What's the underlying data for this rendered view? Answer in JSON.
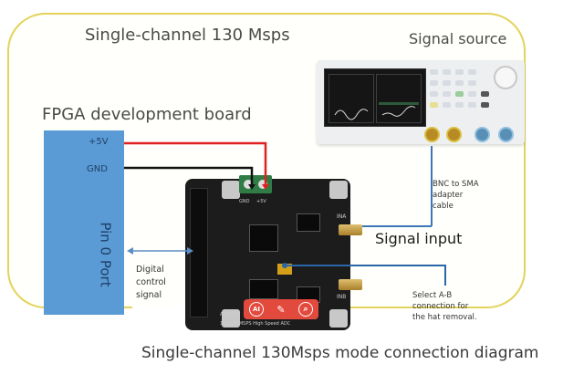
{
  "diagram": {
    "title_top": "Single-channel 130 Msps",
    "caption": "Single-channel 130Msps mode connection diagram",
    "colors": {
      "frame": "#e3d35a",
      "fpga_box": "#5b9bd5",
      "power_wire": "#e02020",
      "ground_wire": "#111111",
      "signal_line": "#3b78b5",
      "toolbar": "#e34a3e"
    },
    "signal_source": {
      "label": "Signal source"
    },
    "fpga": {
      "label": "FPGA development board",
      "pins": {
        "power": "+5V",
        "ground": "GND"
      },
      "port_label": "Pin 0 Port"
    },
    "annotations": {
      "digital_control": [
        "Digital",
        "control",
        "signal"
      ],
      "bnc_to_sma": [
        "BNC to SMA",
        "adapter",
        "cable"
      ],
      "signal_input": "Signal input",
      "select_ab": [
        "Select A-B",
        "connection for",
        "the hat removal."
      ]
    },
    "adc_board": {
      "input_a": "INA",
      "input_b": "INB",
      "terminal_labels": [
        "GND",
        "+5V"
      ],
      "silk_line1": "AD9226",
      "silk_line2": "12bit 65MSPS High Speed ADC",
      "toolbar_icons": [
        "ai-icon",
        "edit-icon",
        "search-icon"
      ],
      "toolbar_glyphs": [
        "AI",
        "✎",
        "⌕"
      ]
    }
  }
}
